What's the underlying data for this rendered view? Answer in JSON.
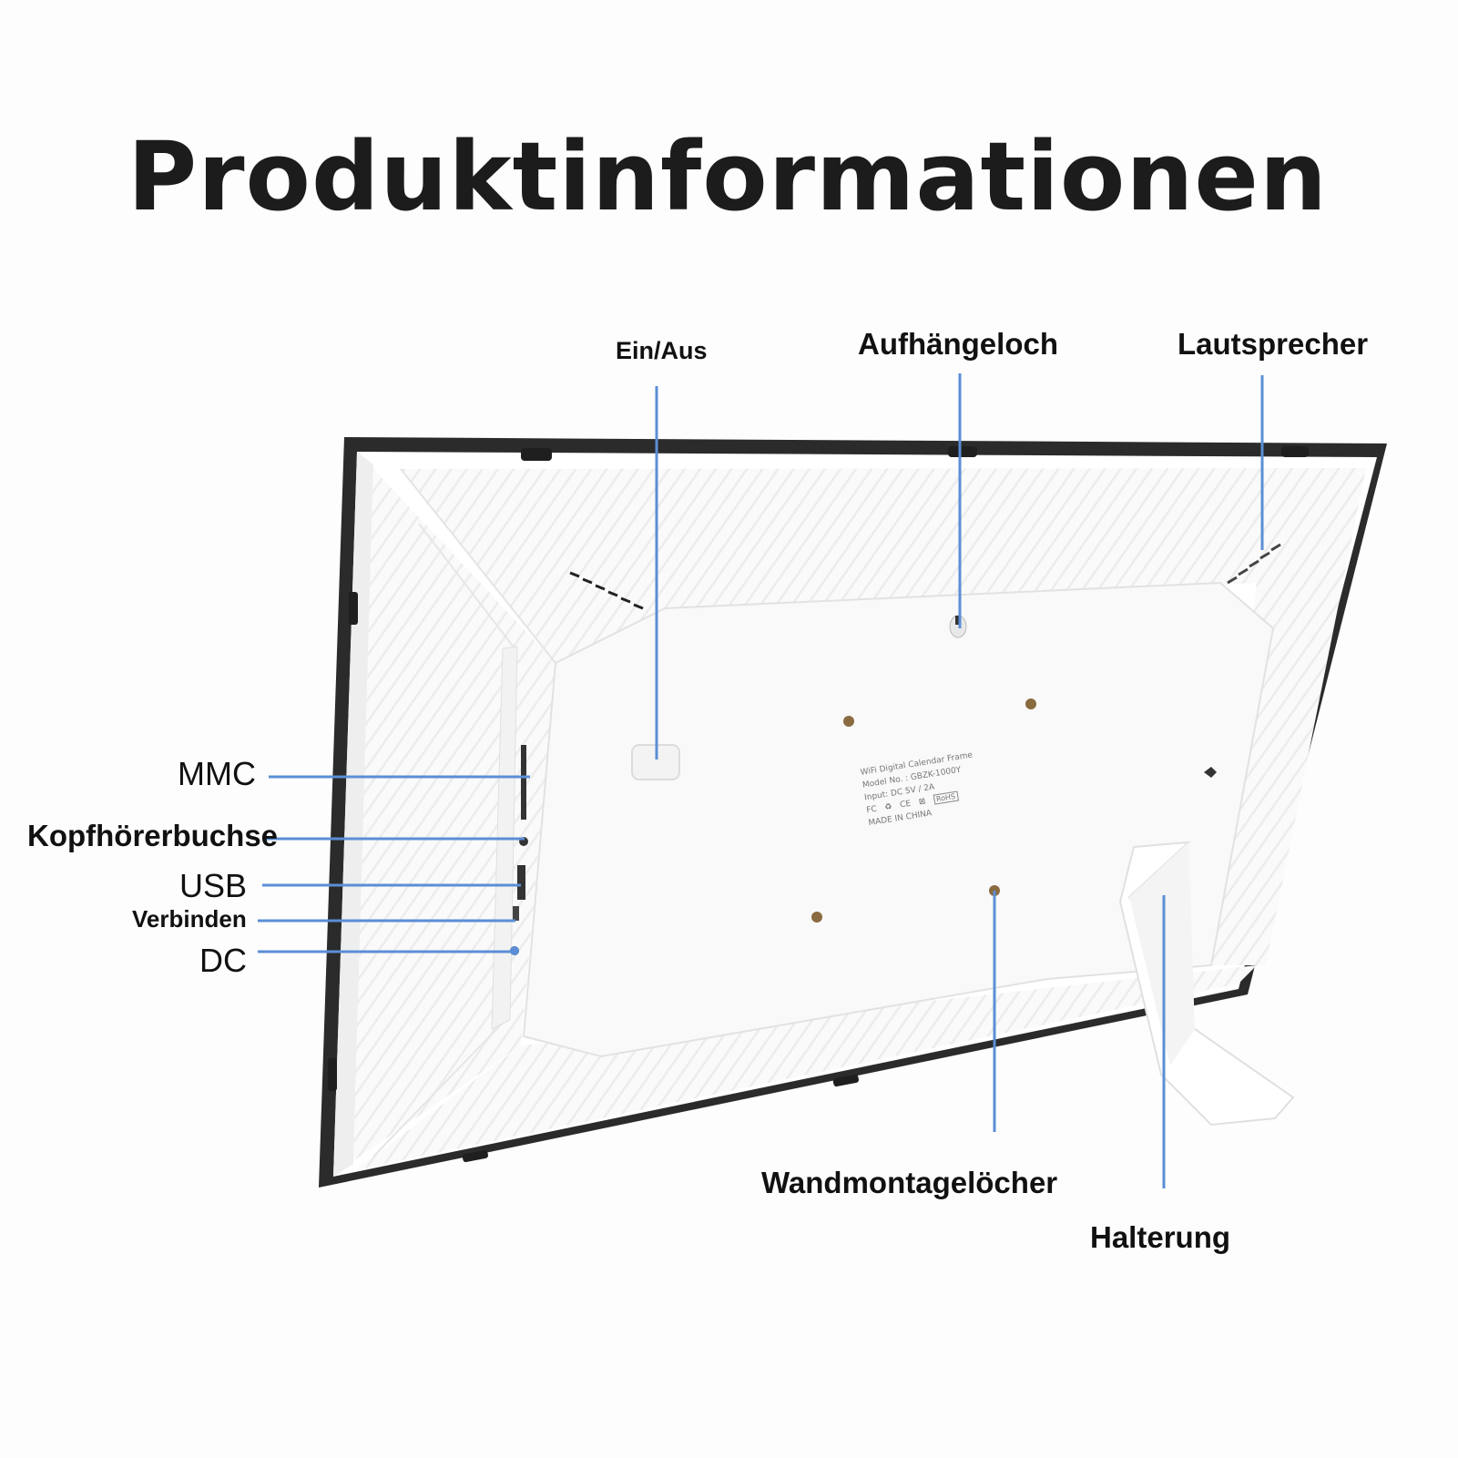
{
  "page": {
    "title": "Produktinformationen"
  },
  "labels": {
    "ein_aus": "Ein/Aus",
    "aufhaengeloch": "Aufhängeloch",
    "lautsprecher": "Lautsprecher",
    "mmc": "MMC",
    "kopfhoererbuchse": "Kopfhörerbuchse",
    "usb": "USB",
    "verbinden": "Verbinden",
    "dc": "DC",
    "wandmontageloecher": "Wandmontagelöcher",
    "halterung": "Halterung"
  },
  "sticker": {
    "line1": "WiFi Digital Calendar Frame",
    "line2": "Model No. : GBZK-1000Y",
    "line3": "Input: DC 5V / 2A",
    "icon_fc": "FC",
    "icon_recycle": "♻",
    "icon_ce": "CE",
    "icon_bin": "⊠",
    "icon_rohs": "RoHS",
    "line5": "MADE IN CHINA"
  },
  "colors": {
    "callout_line": "#5b8ed6",
    "frame_border": "#2a2a2a",
    "back_panel": "#ffffff",
    "title_text": "#1c1c1c"
  }
}
